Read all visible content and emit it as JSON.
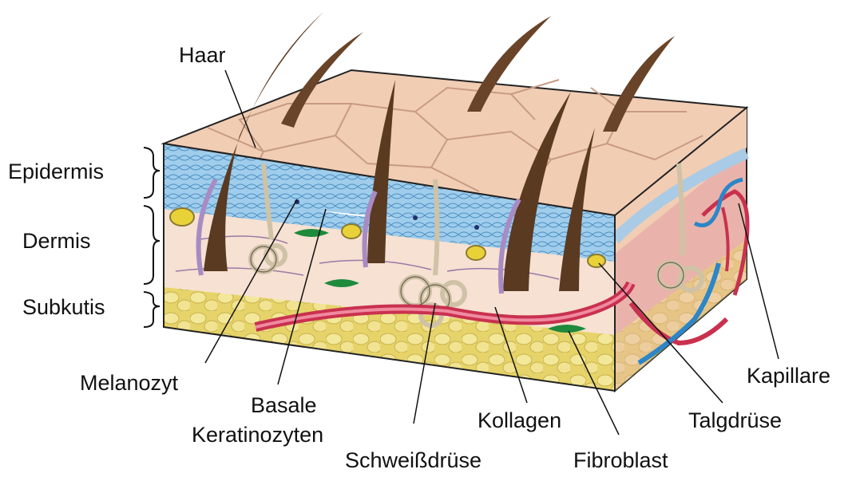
{
  "labels": {
    "haar": "Haar",
    "epidermis": "Epidermis",
    "dermis": "Dermis",
    "subkutis": "Subkutis",
    "melanozyt": "Melanozyt",
    "basale_line1": "Basale",
    "basale_line2": "Keratinozyten",
    "schweissdruese": "Schweißdrüse",
    "kollagen": "Kollagen",
    "fibroblast": "Fibroblast",
    "talgdruese": "Talgdrüse",
    "kapillare": "Kapillare"
  },
  "colors": {
    "skin_top": "#f1cdb4",
    "skin_cracks": "#c89b84",
    "epidermis": "#8fc3e6",
    "dermis": "#f6e1d2",
    "subkutis": "#eadf7c",
    "hair": "#5b3a22",
    "sweat_gland": "#cfc2a6",
    "artery": "#c9314f",
    "vein": "#2c86c8",
    "fibroblast": "#1e8a3c",
    "sebaceous": "#e8d238"
  }
}
